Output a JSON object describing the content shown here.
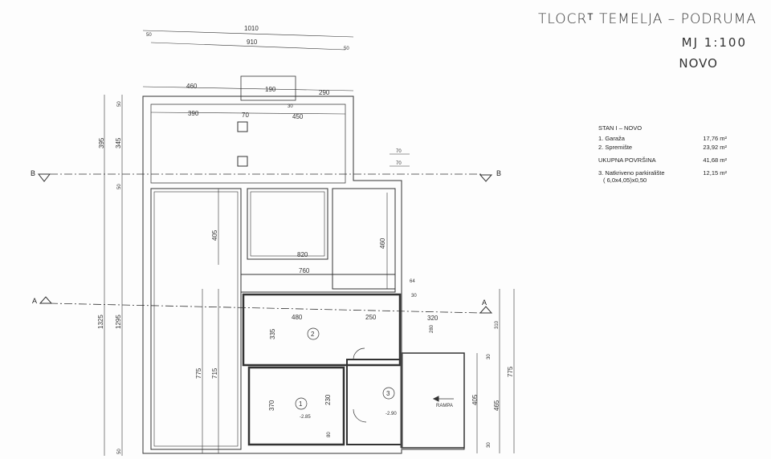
{
  "title": {
    "line1": "TLOCRᵀ TEMELJA – PODRUMA",
    "line2": "MJ 1:100",
    "line3": "NOVO"
  },
  "legend": {
    "header": "STAN I – NOVO",
    "items": [
      {
        "label": "1. Garaža",
        "value": "17,76 m²"
      },
      {
        "label": "2. Spremište",
        "value": "23,92 m²"
      },
      {
        "label": "UKUPNA POVRŠINA",
        "value": "41,68 m²"
      },
      {
        "label": "3. Natkriveno parkiralište",
        "value": "12,15 m²"
      }
    ],
    "formula": "( 6,0x4,05)x0,50"
  },
  "sections": {
    "a": "A",
    "b": "B"
  },
  "rooms": {
    "r1": "1",
    "r2": "2",
    "r3": "3",
    "ramp": "RAMPA"
  },
  "levels": {
    "l1": "-2.85",
    "l2": "-2.90"
  },
  "dims": {
    "d1010": "1010",
    "d50a": "50",
    "d910": "910",
    "d50b": "50",
    "d460": "460",
    "d190": "190",
    "d290": "290",
    "d390": "390",
    "d70a": "70",
    "d450": "450",
    "d30a": "30",
    "d70b": "70",
    "d70c": "70",
    "d395": "395",
    "d345": "345",
    "d50c": "50",
    "d50d": "50",
    "d405a": "405",
    "d460b": "460",
    "d820": "820",
    "d760": "760",
    "d64": "64",
    "d30b": "30",
    "d480": "480",
    "d250": "250",
    "d320": "320",
    "d335": "335",
    "d280": "280",
    "d310": "310",
    "d775a": "775",
    "d715": "715",
    "d1325": "1325",
    "d1295": "1295",
    "d370": "370",
    "d230": "230",
    "d80": "80",
    "d405b": "405",
    "d465": "465",
    "d775b": "775",
    "d30c": "30",
    "d30d": "30",
    "d50e": "50"
  }
}
